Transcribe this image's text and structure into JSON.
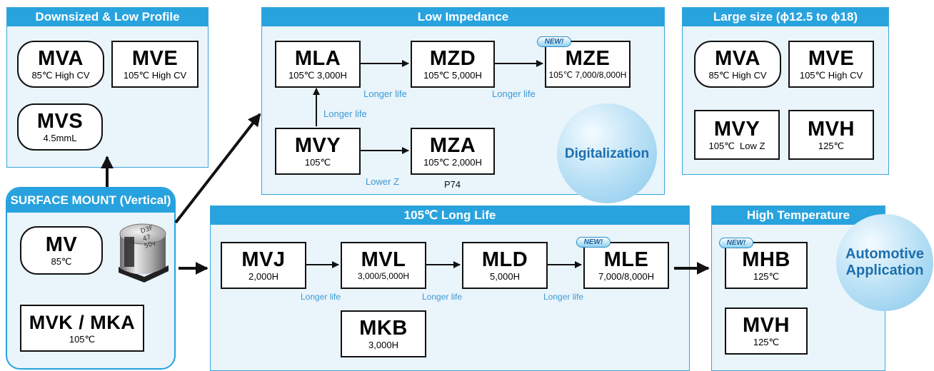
{
  "panels": {
    "downsized": {
      "title": "Downsized & Low Profile",
      "boxes": [
        {
          "name": "MVA",
          "sub": "85℃ High CV"
        },
        {
          "name": "MVE",
          "sub": "105℃ High CV"
        },
        {
          "name": "MVS",
          "sub": "4.5mmL"
        }
      ]
    },
    "low_impedance": {
      "title": "Low Impedance",
      "boxes": [
        {
          "name": "MLA",
          "sub": "105℃ 3,000H"
        },
        {
          "name": "MZD",
          "sub": "105℃ 5,000H"
        },
        {
          "name": "MZE",
          "sub": "105℃ 7,000/8,000H"
        },
        {
          "name": "MVY",
          "sub": "105℃"
        },
        {
          "name": "MZA",
          "sub": "105℃ 2,000H"
        }
      ],
      "labels": {
        "mla_mzd": "Longer life",
        "mzd_mze": "Longer life",
        "mvy_mla": "Longer life",
        "mvy_mza": "Lower Z",
        "page_ref": "P74"
      },
      "new_badge": "NEW!",
      "bubble": "Digitalization"
    },
    "large_size": {
      "title": "Large size (ϕ12.5 to ϕ18)",
      "boxes": [
        {
          "name": "MVA",
          "sub": "85℃ High CV"
        },
        {
          "name": "MVE",
          "sub": "105℃ High CV"
        },
        {
          "name": "MVY",
          "sub": "105℃  Low Z"
        },
        {
          "name": "MVH",
          "sub": "125℃"
        }
      ]
    },
    "surface_mount": {
      "title": "SURFACE MOUNT (Vertical)",
      "boxes": [
        {
          "name": "MV",
          "sub": "85℃"
        },
        {
          "name": "MVK / MKA",
          "sub": "105℃"
        }
      ],
      "capacitor_marking": [
        "D3F",
        "47",
        "50v"
      ]
    },
    "long_life": {
      "title": "105℃ Long Life",
      "boxes": [
        {
          "name": "MVJ",
          "sub": "2,000H"
        },
        {
          "name": "MVL",
          "sub": "3,000/5,000H"
        },
        {
          "name": "MLD",
          "sub": "5,000H"
        },
        {
          "name": "MLE",
          "sub": "7,000/8,000H"
        },
        {
          "name": "MKB",
          "sub": "3,000H"
        }
      ],
      "labels": [
        "Longer life",
        "Longer life",
        "Longer life"
      ],
      "new_badge": "NEW!"
    },
    "high_temp": {
      "title": "High Temperature",
      "boxes": [
        {
          "name": "MHB",
          "sub": "125℃"
        },
        {
          "name": "MVH",
          "sub": "125℃"
        }
      ],
      "new_badge": "NEW!",
      "bubble_lines": [
        "Automotive",
        "Application"
      ]
    }
  },
  "colors": {
    "accent": "#29a3de",
    "panel_bg": "#e9f4fb",
    "label_text": "#3d9ad3"
  }
}
